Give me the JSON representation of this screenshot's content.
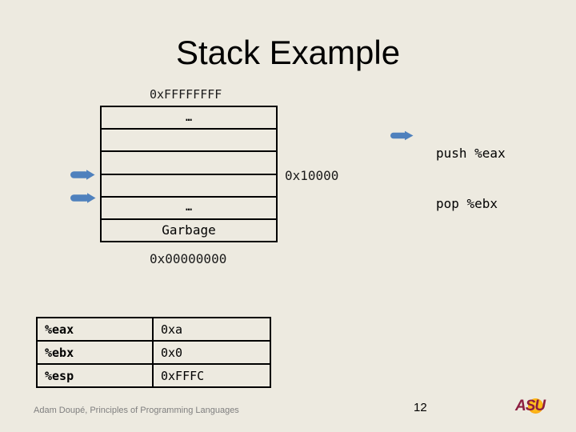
{
  "slide": {
    "title": "Stack Example",
    "page_number": "12",
    "footer": "Adam Doupé, Principles of Programming Languages"
  },
  "memory": {
    "top_address": "0xFFFFFFFF",
    "bottom_address": "0x00000000",
    "side_address": "0x10000",
    "rows": [
      "…",
      "",
      "",
      "",
      "…",
      "Garbage"
    ]
  },
  "code": {
    "lines": [
      "push %eax",
      "pop %ebx"
    ]
  },
  "registers": {
    "rows": [
      {
        "name": "%eax",
        "value": "0xa"
      },
      {
        "name": "%ebx",
        "value": "0x0"
      },
      {
        "name": "%esp",
        "value": "0xFFFC"
      }
    ]
  },
  "logo": {
    "text": "ASU"
  },
  "icons": {
    "stack_pointer_arrow": "blue-right-arrow",
    "instruction_pointer_arrow": "blue-right-arrow"
  },
  "colors": {
    "background": "#EDEAE0",
    "arrow_blue": "#4F81BD",
    "asu_maroon": "#8C1D40",
    "asu_gold": "#FFC627",
    "footer_gray": "#7F7F7F",
    "border_black": "#000000"
  }
}
